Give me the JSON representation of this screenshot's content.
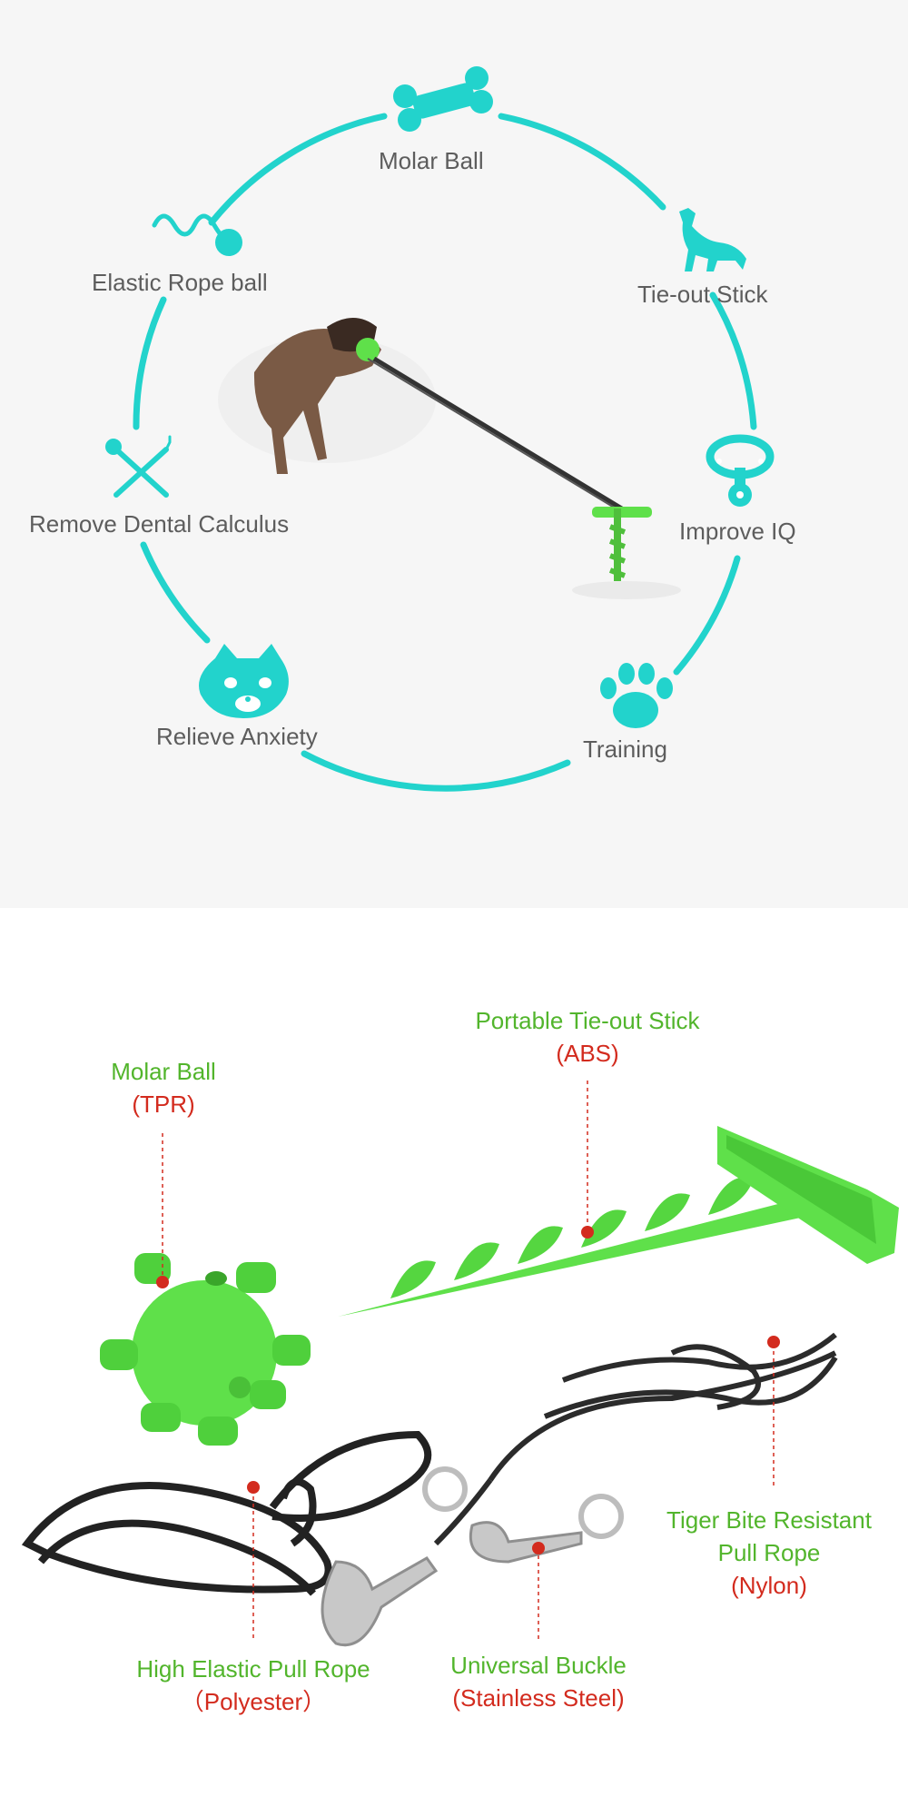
{
  "colors": {
    "accent_cyan": "#22d3cc",
    "label_gray": "#5d5d5d",
    "part_green": "#52b52c",
    "material_red": "#d32b1e",
    "product_green": "#5fe04a"
  },
  "features": [
    {
      "label": "Molar Ball",
      "icon": "bone-icon"
    },
    {
      "label": "Tie-out Stick",
      "icon": "dog-silhouette-icon"
    },
    {
      "label": "Improve IQ",
      "icon": "collar-icon"
    },
    {
      "label": "Training",
      "icon": "paw-icon"
    },
    {
      "label": "Relieve Anxiety",
      "icon": "shiba-face-icon"
    },
    {
      "label": "Remove Dental Calculus",
      "icon": "dental-tools-icon"
    },
    {
      "label": "Elastic Rope ball",
      "icon": "rope-ball-icon"
    }
  ],
  "parts": [
    {
      "name": "Molar Ball",
      "material": "(TPR)"
    },
    {
      "name": "Portable Tie-out Stick",
      "material": "(ABS)"
    },
    {
      "name": "High Elastic Pull Rope",
      "material": "（Polyester）"
    },
    {
      "name": "Universal Buckle",
      "material": "(Stainless Steel)"
    },
    {
      "name": "Tiger Bite Resistant Pull Rope",
      "material": "(Nylon)"
    }
  ]
}
